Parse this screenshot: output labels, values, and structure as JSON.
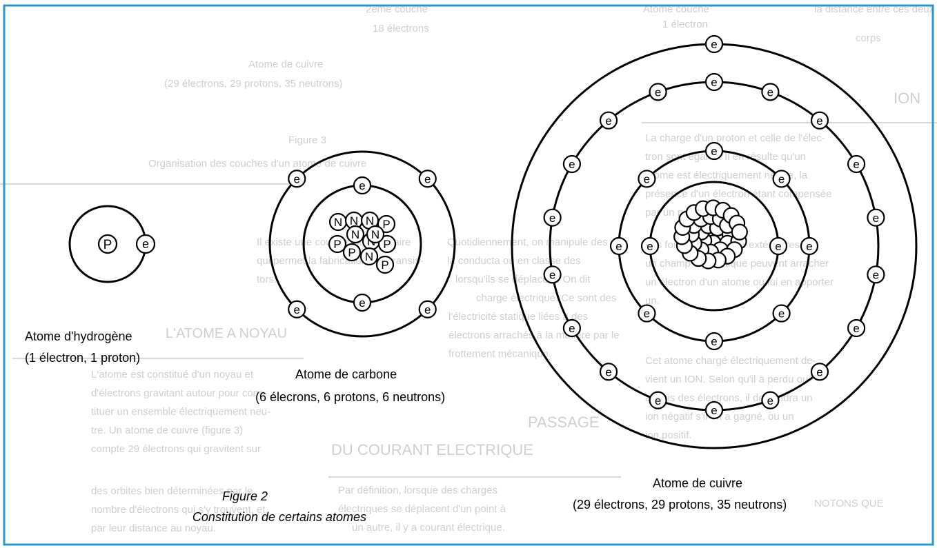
{
  "figure": {
    "number": "Figure 2",
    "caption": "Constitution de certains atomes",
    "border_color": "#2f97c8",
    "ghost_text_color": "#c9c9c9"
  },
  "bleed_through_text": [
    "Atome couche",
    "1 électron",
    "2ème couche",
    "18 électrons",
    "Atome de cuivre",
    "(29 électrons, 29 protons, 35 neutrons)",
    "Figure 3",
    "Organisation des couches d'un atome de cuivre",
    "la distance entre ces deux",
    "corps",
    "ION",
    "La charge d'un proton et celle de l'élec-",
    "tron sont égales. Il en résulte qu'un",
    "atome est électriquement neutre, la",
    "présence d'un électron étant compensée",
    "par un proton.",
    "Les forces électriques extérieures ou",
    "un champ magnétique peuvent arracher",
    "un électron d'un atome ou lui en apporter",
    "un.",
    "Cet atome chargé électriquement de-",
    "vient un ION. Selon qu'il a perdu ou",
    "acquis des électrons, il deviendra un",
    "ion négatif s'il en a gagné, ou un",
    "ion positif.",
    "NOTONS QUE",
    "Il existe une couche intermédiaire",
    "qui permet la fabrication des transis-",
    "tors.",
    "L'ATOME A NOYAU",
    "L'atome est constitué d'un noyau et",
    "d'électrons gravitant autour pour cons-",
    "tituer un ensemble électriquement neu-",
    "tre. Un atome de cuivre (figure 3)",
    "compte 29 électrons qui gravitent sur",
    "des orbites bien déterminées par le",
    "nombre d'électrons qui s'y trouvent, et",
    "par leur distance au noyau.",
    "Quotidiennement, on manipule des",
    "la conducta ou en classe des",
    "lorsqu'ils se déplacent. On dit",
    "charge électrique. Ce sont des",
    "l'électricité statique liées à des",
    "électrons arrachés à la matière par le",
    "frottement mécanique.",
    "PASSAGE",
    "DU COURANT ELECTRIQUE",
    "Par définition, lorsque des charges",
    "électriques se déplacent d'un point à",
    "un autre, il y a courant électrique."
  ],
  "atoms": {
    "hydrogen": {
      "name": "Atome d'hydrogène",
      "detail": "(1 électron, 1 proton)",
      "electron_count": 1,
      "nucleus": [
        "P"
      ]
    },
    "carbon": {
      "name": "Atome de carbone",
      "detail": "(6 élecrons, 6 protons, 6 neutrons)",
      "shells": [
        2,
        4
      ],
      "nucleus": [
        "N",
        "N",
        "N",
        "P",
        "P",
        "N",
        "N",
        "P",
        "P",
        "N",
        "P",
        "N"
      ]
    },
    "copper": {
      "name": "Atome de cuivre",
      "detail": "(29 électrons, 29 protons, 35 neutrons)",
      "shells": [
        2,
        8,
        18,
        1
      ]
    }
  },
  "labels": {
    "electron": "e",
    "proton": "P",
    "neutron": "N"
  }
}
